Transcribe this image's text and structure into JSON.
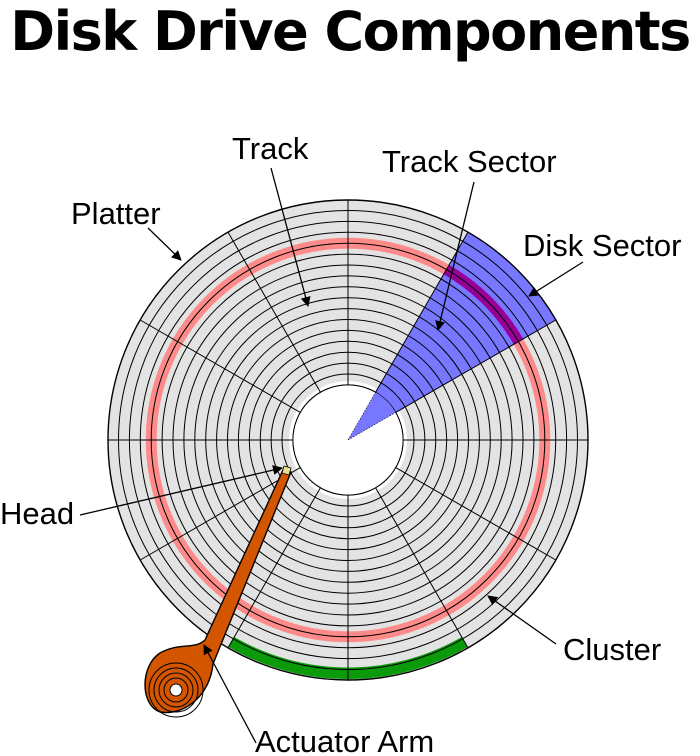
{
  "title": "Disk Drive Components",
  "labels": {
    "track": "Track",
    "track_sector": "Track Sector",
    "platter": "Platter",
    "disk_sector": "Disk Sector",
    "head": "Head",
    "cluster": "Cluster",
    "actuator_arm": "Actuator Arm"
  },
  "colors": {
    "platter": "#e3e3e3",
    "track": "#ff8a8a",
    "track_sector": "#990099",
    "disk_sector": "#7777ff",
    "cluster": "#0a9a0a",
    "actuator_arm": "#d45500",
    "head": "#e8e08a"
  }
}
